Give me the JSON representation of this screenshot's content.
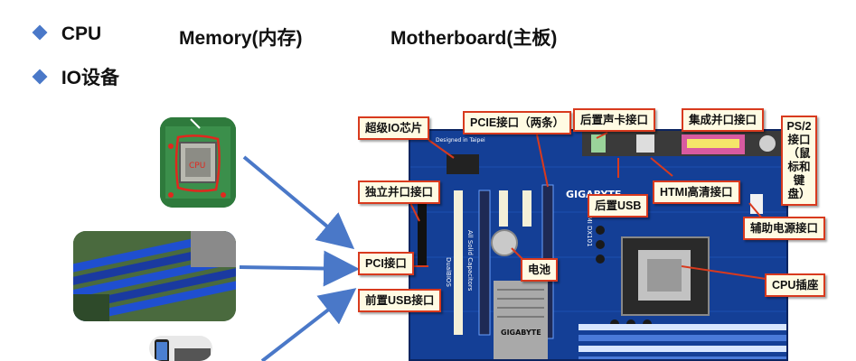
{
  "bullets": {
    "row1": {
      "cpu": "CPU",
      "memory": "Memory(内存)",
      "motherboard": "Motherboard(主板)"
    },
    "row2": {
      "io": "IO设备"
    }
  },
  "callouts": {
    "io_chip": "超级IO芯片",
    "pcie": "PCIE接口（两条）",
    "rear_audio": "后置声卡接口",
    "parallel_integrated": "集成并口接口",
    "ps2": "PS/2接口（鼠标和键盘）",
    "independent_parallel": "独立并口接口",
    "rear_usb": "后置USB",
    "hdmi": "HTMI高清接口",
    "aux_power": "辅助电源接口",
    "pci": "PCI接口",
    "battery": "电池",
    "cpu_socket": "CPU插座",
    "front_usb": "前置USB接口"
  },
  "board_text": {
    "brand": "GIGABYTE",
    "model": "HDMI DX101",
    "caps": "All Solid Capacitors",
    "dualbios": "DualBIOS",
    "designed": "Designed in Taipei",
    "chip": "GIGABYTE"
  },
  "colors": {
    "accent": "#4a78c8",
    "callout_border": "#d83a1e",
    "callout_fill": "#fffbe3",
    "board": "#123a8c"
  }
}
